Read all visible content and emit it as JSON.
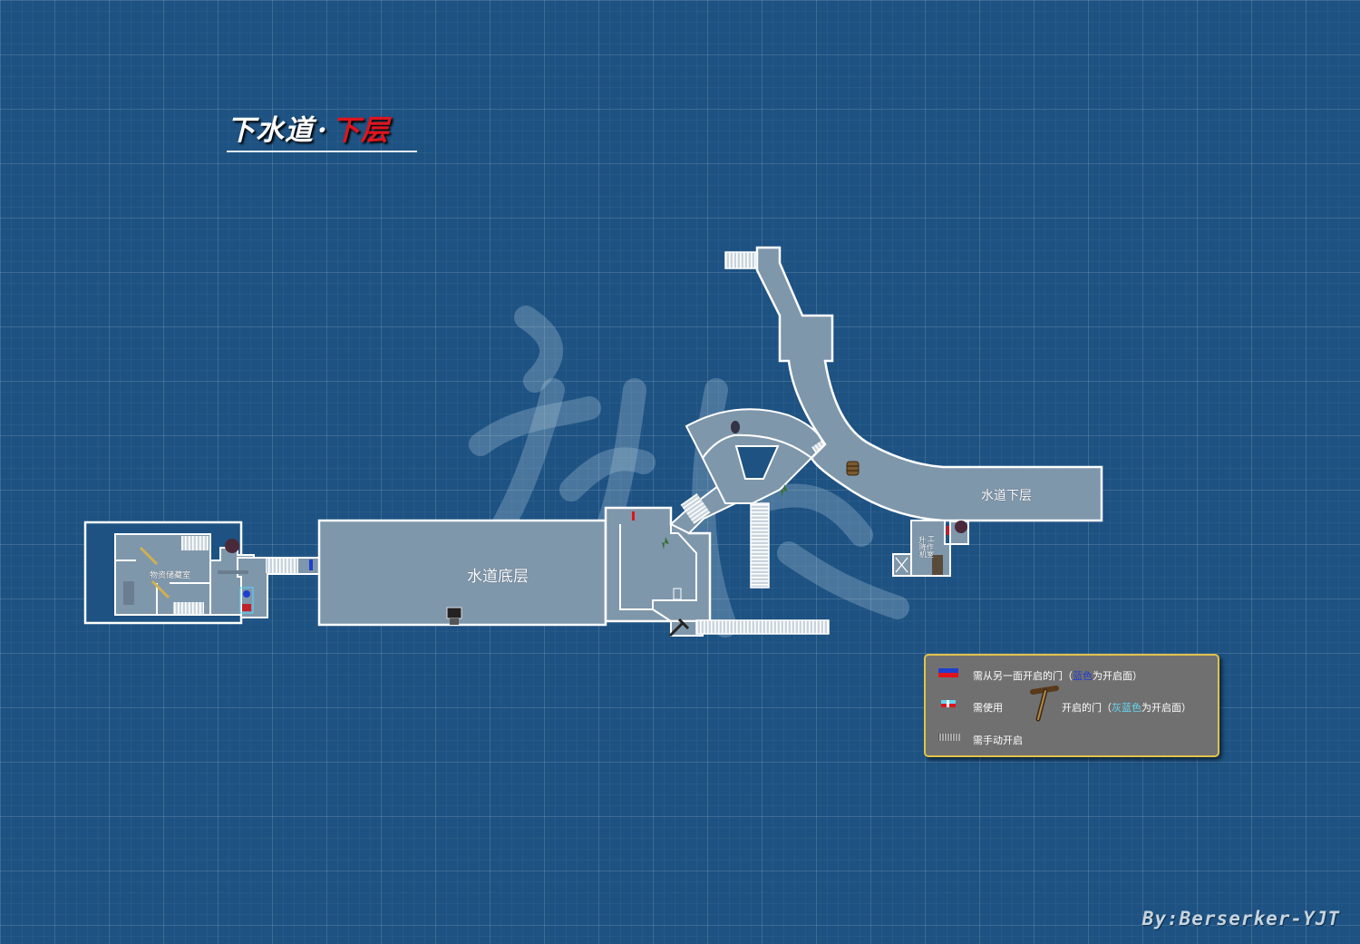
{
  "map": {
    "title_main": "下水道",
    "title_sep": "·",
    "title_sub": "下层",
    "areas": {
      "sewer_lower": "水道下层",
      "sewer_bottom": "水道底层",
      "supply_room": "物资储藏室",
      "lift_room_line1": "升",
      "lift_room_line2": "工",
      "lift_room_line3": "降作",
      "lift_room_line4": "机室"
    }
  },
  "legend": {
    "row1_text_a": "需从另一面开启的门（",
    "row1_highlight": "蓝色",
    "row1_text_b": "为开启面）",
    "row2_text_a": "需使用",
    "row2_text_b": "开启的门（",
    "row2_highlight": "灰蓝色",
    "row2_text_c": "为开启面）",
    "row3_text": "需手动开启"
  },
  "credit": "By:Berserker-YJT",
  "colors": {
    "background": "#1d5282",
    "floor": "#7f97ab",
    "wall": "#ffffff",
    "title_accent": "#e0141c",
    "legend_bg": "#707070",
    "legend_border": "#e0c24a"
  },
  "icons": [
    "door-blue-red-icon",
    "door-gray-blue-red-icon",
    "shutter-icon",
    "t-handle-key-icon",
    "typewriter-icon",
    "barrel-icon",
    "green-herb-icon",
    "knife-icon",
    "grenade-icon",
    "ladder-icon",
    "enemy-icon"
  ]
}
